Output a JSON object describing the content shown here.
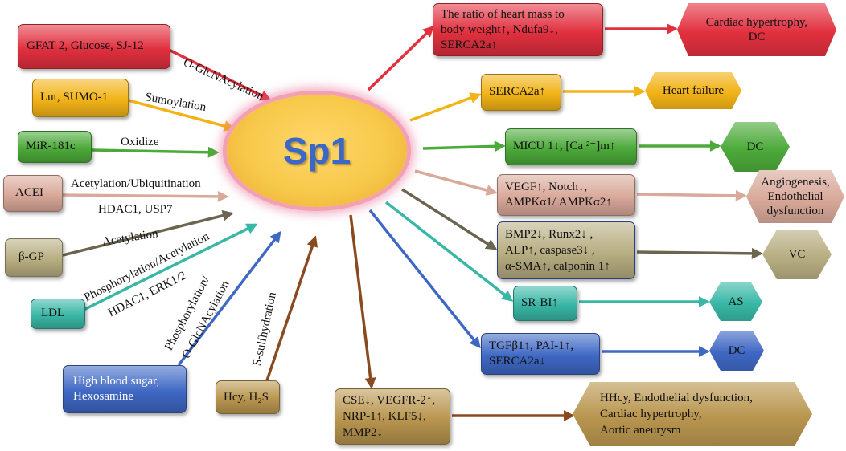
{
  "center": {
    "label": "Sp1"
  },
  "inputs": [
    {
      "id": "gfat",
      "lines": [
        "GFAT 2, Glucose, SJ-12"
      ],
      "color": "#e2303f"
    },
    {
      "id": "lut",
      "lines": [
        "Lut, SUMO-1"
      ],
      "color": "#f2b317"
    },
    {
      "id": "mir",
      "lines": [
        "MiR-181c"
      ],
      "color": "#4caa3a"
    },
    {
      "id": "acei",
      "lines": [
        "ACEI"
      ],
      "color": "#d9a99a"
    },
    {
      "id": "bgp",
      "lines": [
        "β-GP"
      ],
      "color": "#b8ae82"
    },
    {
      "id": "ldl",
      "lines": [
        "LDL"
      ],
      "color": "#39b7a6"
    },
    {
      "id": "hbs",
      "lines": [
        "High blood sugar,",
        "Hexosamine"
      ],
      "color": "#3f68c4"
    },
    {
      "id": "hcy",
      "lines": [
        "Hcy, H₂S"
      ],
      "color": "#b9964f"
    }
  ],
  "modifications": [
    {
      "id": "oglc",
      "text": "O-GlcNAcylation",
      "color": "#111111"
    },
    {
      "id": "sumo",
      "text": "Sumoylation",
      "color": "#111111"
    },
    {
      "id": "oxid",
      "text": "Oxidize",
      "color": "#111111"
    },
    {
      "id": "acub",
      "text": "Acetylation/Ubiquitination",
      "color": "#111111"
    },
    {
      "id": "hdacusp",
      "text": "HDAC1, USP7",
      "color": "#c7982a"
    },
    {
      "id": "acet",
      "text": "Acetylation",
      "color": "#111111"
    },
    {
      "id": "phac",
      "text": "Phosphorylation/Acetylation",
      "color": "#111111"
    },
    {
      "id": "hdacerk",
      "text": "HDAC1, ERK1/2",
      "color": "#2a9e8e"
    },
    {
      "id": "phog1",
      "text": "Phosphorylation/",
      "color": "#111111"
    },
    {
      "id": "phog2",
      "text": "O-GlcNAcylation",
      "color": "#111111"
    },
    {
      "id": "ssulf",
      "text": "S-sulfhydration",
      "color": "#111111"
    }
  ],
  "targets": [
    {
      "id": "t1",
      "lines": [
        "The ratio of heart mass to",
        "body weight↑, Ndufa9↓,",
        "SERCA2a↑"
      ],
      "color": "#e2303f"
    },
    {
      "id": "t2",
      "lines": [
        "SERCA2a↑"
      ],
      "color": "#f2b317"
    },
    {
      "id": "t3",
      "lines": [
        "MICU 1↓, [Ca ²⁺]m↑"
      ],
      "color": "#4caa3a"
    },
    {
      "id": "t4",
      "lines": [
        "VEGF↑, Notch↓,",
        "AMPKα1/ AMPKα2↑"
      ],
      "color": "#d9a99a"
    },
    {
      "id": "t5",
      "lines": [
        "BMP2↓, Runx2↓ ,",
        "ALP↑, caspase3↓ ,",
        "α-SMA↑, calponin 1↑"
      ],
      "color": "#b8ae82"
    },
    {
      "id": "t6",
      "lines": [
        "SR-BI↑"
      ],
      "color": "#39b7a6"
    },
    {
      "id": "t7",
      "lines": [
        "TGFβ1↑, PAI-1↑,",
        "SERCA2a↓"
      ],
      "color": "#3f68c4"
    },
    {
      "id": "t8",
      "lines": [
        "CSE↓, VEGFR-2↑,",
        "NRP-1↑, KLF5↓,",
        "MMP2↓"
      ],
      "color": "#b9964f"
    }
  ],
  "outcomes": [
    {
      "id": "o1",
      "lines": [
        "Cardiac hypertrophy,",
        "DC"
      ],
      "color": "#e2303f"
    },
    {
      "id": "o2",
      "lines": [
        "Heart  failure"
      ],
      "color": "#f2b317"
    },
    {
      "id": "o3",
      "lines": [
        "DC"
      ],
      "color": "#4caa3a"
    },
    {
      "id": "o4",
      "lines": [
        "Angiogenesis,",
        "Endothelial",
        "dysfunction"
      ],
      "color": "#d9a99a"
    },
    {
      "id": "o5",
      "lines": [
        "VC"
      ],
      "color": "#b8ae82"
    },
    {
      "id": "o6",
      "lines": [
        "AS"
      ],
      "color": "#39b7a6"
    },
    {
      "id": "o7",
      "lines": [
        "DC"
      ],
      "color": "#3f68c4"
    },
    {
      "id": "o8",
      "lines": [
        "HHcy, Endothelial dysfunction,",
        "Cardiac hypertrophy,",
        "Aortic aneurysm"
      ],
      "color": "#b9964f"
    }
  ]
}
